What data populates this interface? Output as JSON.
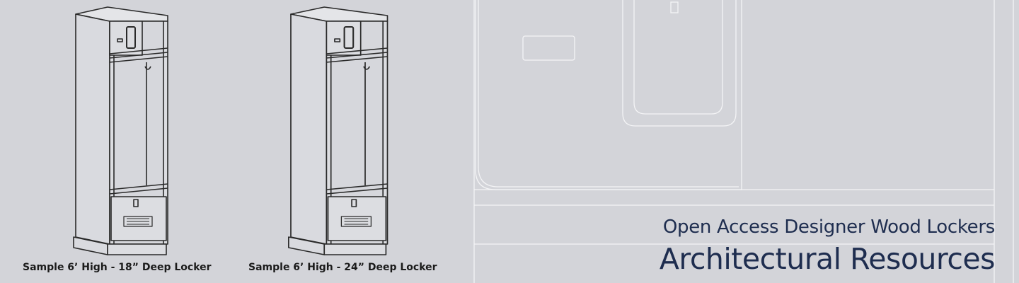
{
  "lockers": [
    {
      "caption": "Sample 6’ High - 18” Deep Locker"
    },
    {
      "caption": "Sample 6’ High - 24” Deep Locker"
    }
  ],
  "heading": {
    "subtitle": "Open Access Designer Wood Lockers",
    "title": "Architectural Resources"
  },
  "colors": {
    "background": "#d3d4d9",
    "title": "#1e2d4f",
    "line": "#2a2a2a"
  }
}
